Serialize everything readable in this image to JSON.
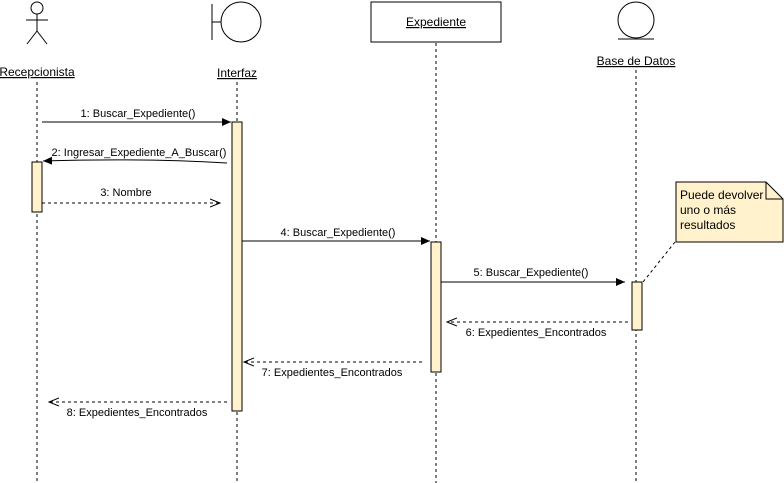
{
  "participants": {
    "recepcionista": "Recepcionista",
    "interfaz": "Interfaz",
    "expediente": "Expediente",
    "base_datos": "Base de Datos"
  },
  "messages": [
    {
      "label": "1: Buscar_Expediente()",
      "kind": "sync"
    },
    {
      "label": "2: Ingresar_Expediente_A_Buscar()",
      "kind": "sync"
    },
    {
      "label": "3: Nombre",
      "kind": "return"
    },
    {
      "label": "4: Buscar_Expediente()",
      "kind": "sync"
    },
    {
      "label": "5: Buscar_Expediente()",
      "kind": "sync"
    },
    {
      "label": "6: Expedientes_Encontrados",
      "kind": "return"
    },
    {
      "label": "7: Expedientes_Encontrados",
      "kind": "return"
    },
    {
      "label": "8: Expedientes_Encontrados",
      "kind": "return"
    }
  ],
  "note": {
    "lines": [
      "Puede devolver",
      "uno o más",
      "resultados"
    ]
  },
  "colors": {
    "activation_fill": "#fff2cc",
    "note_fill": "#fff2cc",
    "stroke": "#000000"
  }
}
